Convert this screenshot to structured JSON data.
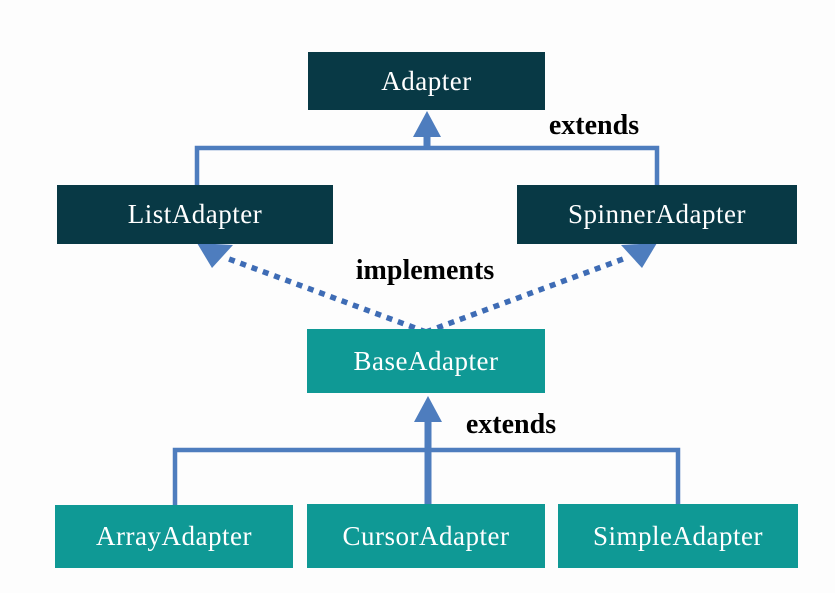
{
  "diagram": {
    "nodes": {
      "adapter": {
        "label": "Adapter"
      },
      "list_adapter": {
        "label": "ListAdapter"
      },
      "spinner_adapter": {
        "label": "SpinnerAdapter"
      },
      "base_adapter": {
        "label": "BaseAdapter"
      },
      "array_adapter": {
        "label": "ArrayAdapter"
      },
      "cursor_adapter": {
        "label": "CursorAdapter"
      },
      "simple_adapter": {
        "label": "SimpleAdapter"
      }
    },
    "edge_labels": {
      "extends_top": "extends",
      "implements": "implements",
      "extends_bottom": "extends"
    },
    "edges": [
      {
        "from": "ListAdapter",
        "to": "Adapter",
        "relation": "extends",
        "style": "solid"
      },
      {
        "from": "SpinnerAdapter",
        "to": "Adapter",
        "relation": "extends",
        "style": "solid"
      },
      {
        "from": "BaseAdapter",
        "to": "ListAdapter",
        "relation": "implements",
        "style": "dotted"
      },
      {
        "from": "BaseAdapter",
        "to": "SpinnerAdapter",
        "relation": "implements",
        "style": "dotted"
      },
      {
        "from": "ArrayAdapter",
        "to": "BaseAdapter",
        "relation": "extends",
        "style": "solid"
      },
      {
        "from": "CursorAdapter",
        "to": "BaseAdapter",
        "relation": "extends",
        "style": "solid"
      },
      {
        "from": "SimpleAdapter",
        "to": "BaseAdapter",
        "relation": "extends",
        "style": "solid"
      }
    ],
    "colors": {
      "interface_box": "#083945",
      "class_box": "#0F9995",
      "connector_solid": "#4E7DBE",
      "connector_dotted": "#3E6CB5",
      "box_text": "#FFFFFF",
      "label_text": "#000000"
    }
  }
}
